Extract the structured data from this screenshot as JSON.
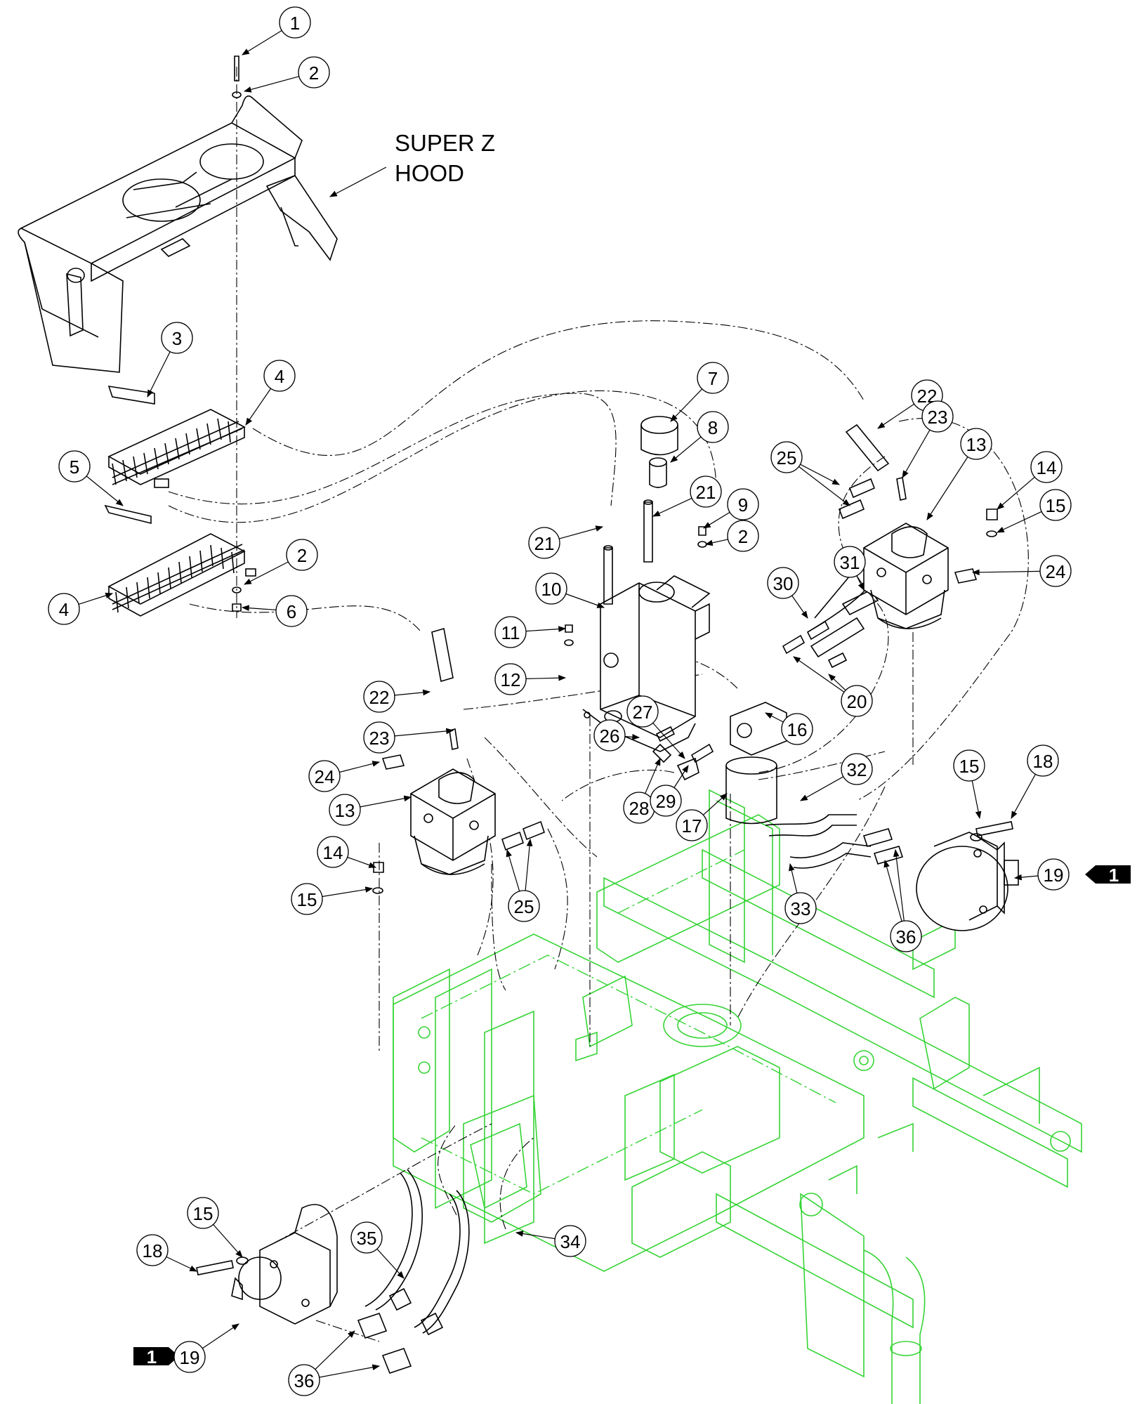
{
  "hood_label": {
    "line1": "SUPER Z",
    "line2": "HOOD"
  },
  "reference_tag": "1",
  "callout_numbers": [
    "1",
    "2",
    "3",
    "4",
    "5",
    "6",
    "7",
    "8",
    "9",
    "10",
    "11",
    "12",
    "13",
    "14",
    "15",
    "16",
    "17",
    "18",
    "19",
    "20",
    "21",
    "22",
    "23",
    "24",
    "25",
    "26",
    "27",
    "28",
    "29",
    "30",
    "31",
    "32",
    "33",
    "34",
    "35",
    "36"
  ],
  "colors": {
    "lines": "#000000",
    "frame": "#35d435",
    "background": "#ffffff"
  }
}
